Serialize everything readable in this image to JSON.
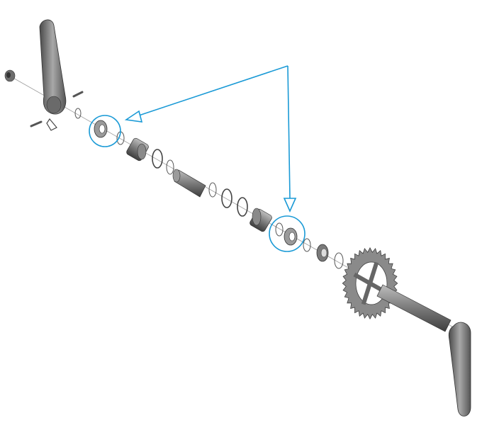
{
  "diagram": {
    "type": "exploded-view",
    "subject": "crankset",
    "colors": {
      "callout": "#1a9ad6",
      "part_dark": "#5a5a5a",
      "part_mid": "#8c8c8c",
      "part_light": "#c4c4c4",
      "axis_line": "#9a9a9a"
    },
    "callouts": 2
  }
}
